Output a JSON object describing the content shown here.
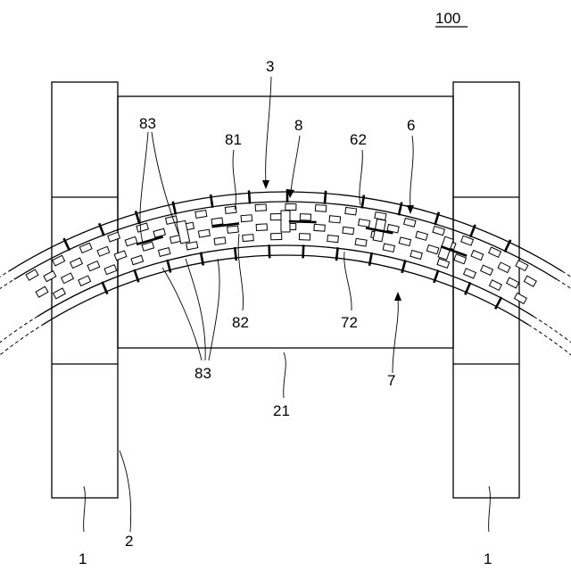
{
  "figure": {
    "reference": "100",
    "labels": {
      "l_1_left": "1",
      "l_1_right": "1",
      "l_2": "2",
      "l_21": "21",
      "l_3": "3",
      "l_6": "6",
      "l_62": "62",
      "l_7": "7",
      "l_72": "72",
      "l_8": "8",
      "l_81": "81",
      "l_82": "82",
      "l_83_top": "83",
      "l_83_bottom": "83"
    }
  }
}
